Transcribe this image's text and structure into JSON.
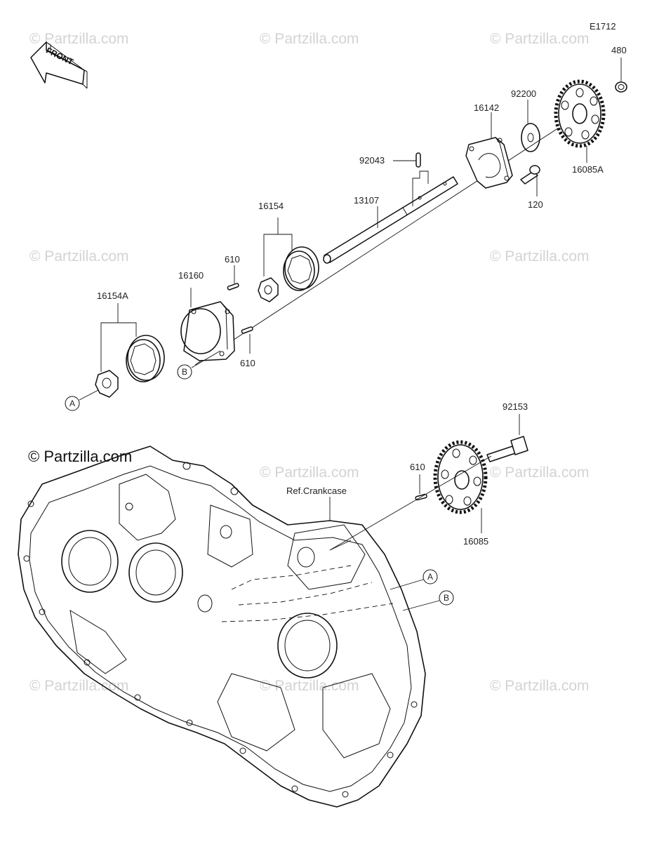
{
  "diagram": {
    "code": "E1712",
    "front_arrow_label": "FRONT",
    "watermark": "© Partzilla.com",
    "ref_label": "Ref.Crankcase",
    "callout_a": "A",
    "callout_b": "B",
    "parts": {
      "p480": "480",
      "p92200": "92200",
      "p16142": "16142",
      "p92043": "92043",
      "p13107": "13107",
      "p16085A": "16085A",
      "p120": "120",
      "p16154": "16154",
      "p610_top": "610",
      "p16160": "16160",
      "p16154A": "16154A",
      "p610_mid": "610",
      "p92153": "92153",
      "p610_low": "610",
      "p16085": "16085"
    }
  }
}
